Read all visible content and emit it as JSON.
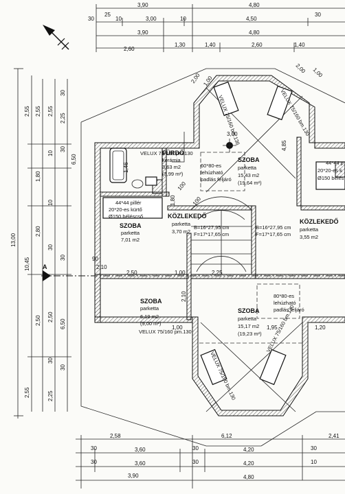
{
  "top_dimensions": {
    "row1": [
      "3,90",
      "4,80"
    ],
    "row2": [
      "30",
      "25",
      "10",
      "3,00",
      "10",
      "4,50",
      "30"
    ],
    "row3": [
      "3,90",
      "4,80"
    ],
    "row4": [
      "2,60",
      "1,30",
      "1,40",
      "2,60",
      "1,40"
    ]
  },
  "left_dimensions": {
    "outer": [
      "13,00"
    ],
    "col2": [
      "10,45",
      "2,55"
    ],
    "col3": [
      "2,55",
      "1,80",
      "2,80",
      "2,50",
      "2,55"
    ],
    "col4": [
      "2,55",
      "10",
      "10",
      "30",
      "2,50",
      "30",
      "2,25"
    ],
    "col5": [
      "30",
      "2,25",
      "30",
      "6,50",
      "30",
      "6,50",
      "30"
    ]
  },
  "bottom_dimensions": {
    "row1": [
      "2,58",
      "6,12",
      "2,41"
    ],
    "row2": [
      "30",
      "3,60",
      "30",
      "4,20",
      "30"
    ],
    "row3": [
      "30",
      "3,60",
      "30",
      "4,20",
      "10"
    ],
    "row4": [
      "3,90",
      "4,80"
    ]
  },
  "rooms": [
    {
      "id": "szoba-top",
      "name": "SZOBA",
      "floor": "parketta",
      "area": "15,43 m2",
      "area2": "(19,64 m²)"
    },
    {
      "id": "furdo",
      "name": "FÜRDŐ",
      "floor": "kerámia",
      "area": "3,63 m2",
      "area2": "(3,99 m²)"
    },
    {
      "id": "szoba-left",
      "name": "SZOBA",
      "floor": "parketta",
      "area": "7,01 m2"
    },
    {
      "id": "kozlekedo-mid",
      "name": "KÖZLEKEDŐ",
      "floor": "parketta",
      "area": "3,70 m2"
    },
    {
      "id": "kozlekedo-right",
      "name": "KÖZLEKEDŐ",
      "floor": "parketta",
      "area": "3,55 m2"
    },
    {
      "id": "szoba-lower-left",
      "name": "SZOBA",
      "floor": "parketta",
      "area": "6,19 m2",
      "area2": "(9,00 m²)"
    },
    {
      "id": "szoba-bottom",
      "name": "SZOBA",
      "floor": "parketta",
      "area": "15,17 m2",
      "area2": "(19,23 m²)"
    }
  ],
  "annotations": {
    "velux_top_left": "VELUX 75/160 bm.136",
    "velux_top_right": "VELUX 75/160 bm.130",
    "velux_furdo": "VELUX 75/160 pm.130",
    "velux_lower_left": "VELUX 75/160 pm.130",
    "velux_bottom_left": "VELUX 75/160 bm.130",
    "velux_bottom_right": "VELUX 75/160 bm.130",
    "hatch1": [
      "60*80-es",
      "lehúzható",
      "padlás feljáró"
    ],
    "hatch2": [
      "80*80-es",
      "lehúzható",
      "padlás feljáró"
    ],
    "chimney1": [
      "44*44 pillér",
      "20*20-es kürtő",
      "Ø150 béléscső"
    ],
    "chimney2": [
      "44*44 p",
      "20*20-es k",
      "Ø150 bélés"
    ],
    "stair1": [
      "B=16*27,95 cm",
      "F=17*17,65 cm"
    ],
    "stair2": [
      "B=16*27,95 cm",
      "F=17*17,65 cm"
    ],
    "misc": [
      "3,00",
      "4,85",
      "1,46",
      "1,80",
      "2,10",
      "2,50",
      "1,00",
      "2,25",
      "1,95",
      "1,20",
      "1,00",
      "2,10",
      "90",
      "100",
      "100",
      "2,00",
      "1,00",
      "2,00",
      "1,00"
    ]
  },
  "section_marker": "A",
  "colors": {
    "line": "#111111",
    "paper": "#fbfbf8",
    "hatch": "#555555"
  }
}
